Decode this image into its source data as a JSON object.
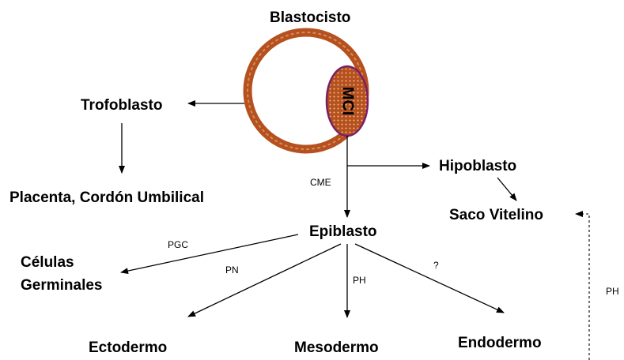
{
  "nodes": {
    "blastocisto": "Blastocisto",
    "mci": "MCI",
    "trofoblasto": "Trofoblasto",
    "placenta": "Placenta, Cordón Umbilical",
    "hipoblasto": "Hipoblasto",
    "saco_vitelino": "Saco Vitelino",
    "epiblasto": "Epiblasto",
    "celulas_line1": "Células",
    "celulas_line2": "Germinales",
    "ectodermo": "Ectodermo",
    "mesodermo": "Mesodermo",
    "endodermo": "Endodermo"
  },
  "edge_labels": {
    "cme": "CME",
    "pgc": "PGC",
    "pn": "PN",
    "ph_mesodermo": "PH",
    "question": "?",
    "ph_side": "PH"
  },
  "colors": {
    "ring": "#b5501f",
    "ring_highlight": "#d98a5a",
    "mci_fill": "#b5501f",
    "mci_border": "#7a1f66",
    "arrow": "#000000"
  }
}
